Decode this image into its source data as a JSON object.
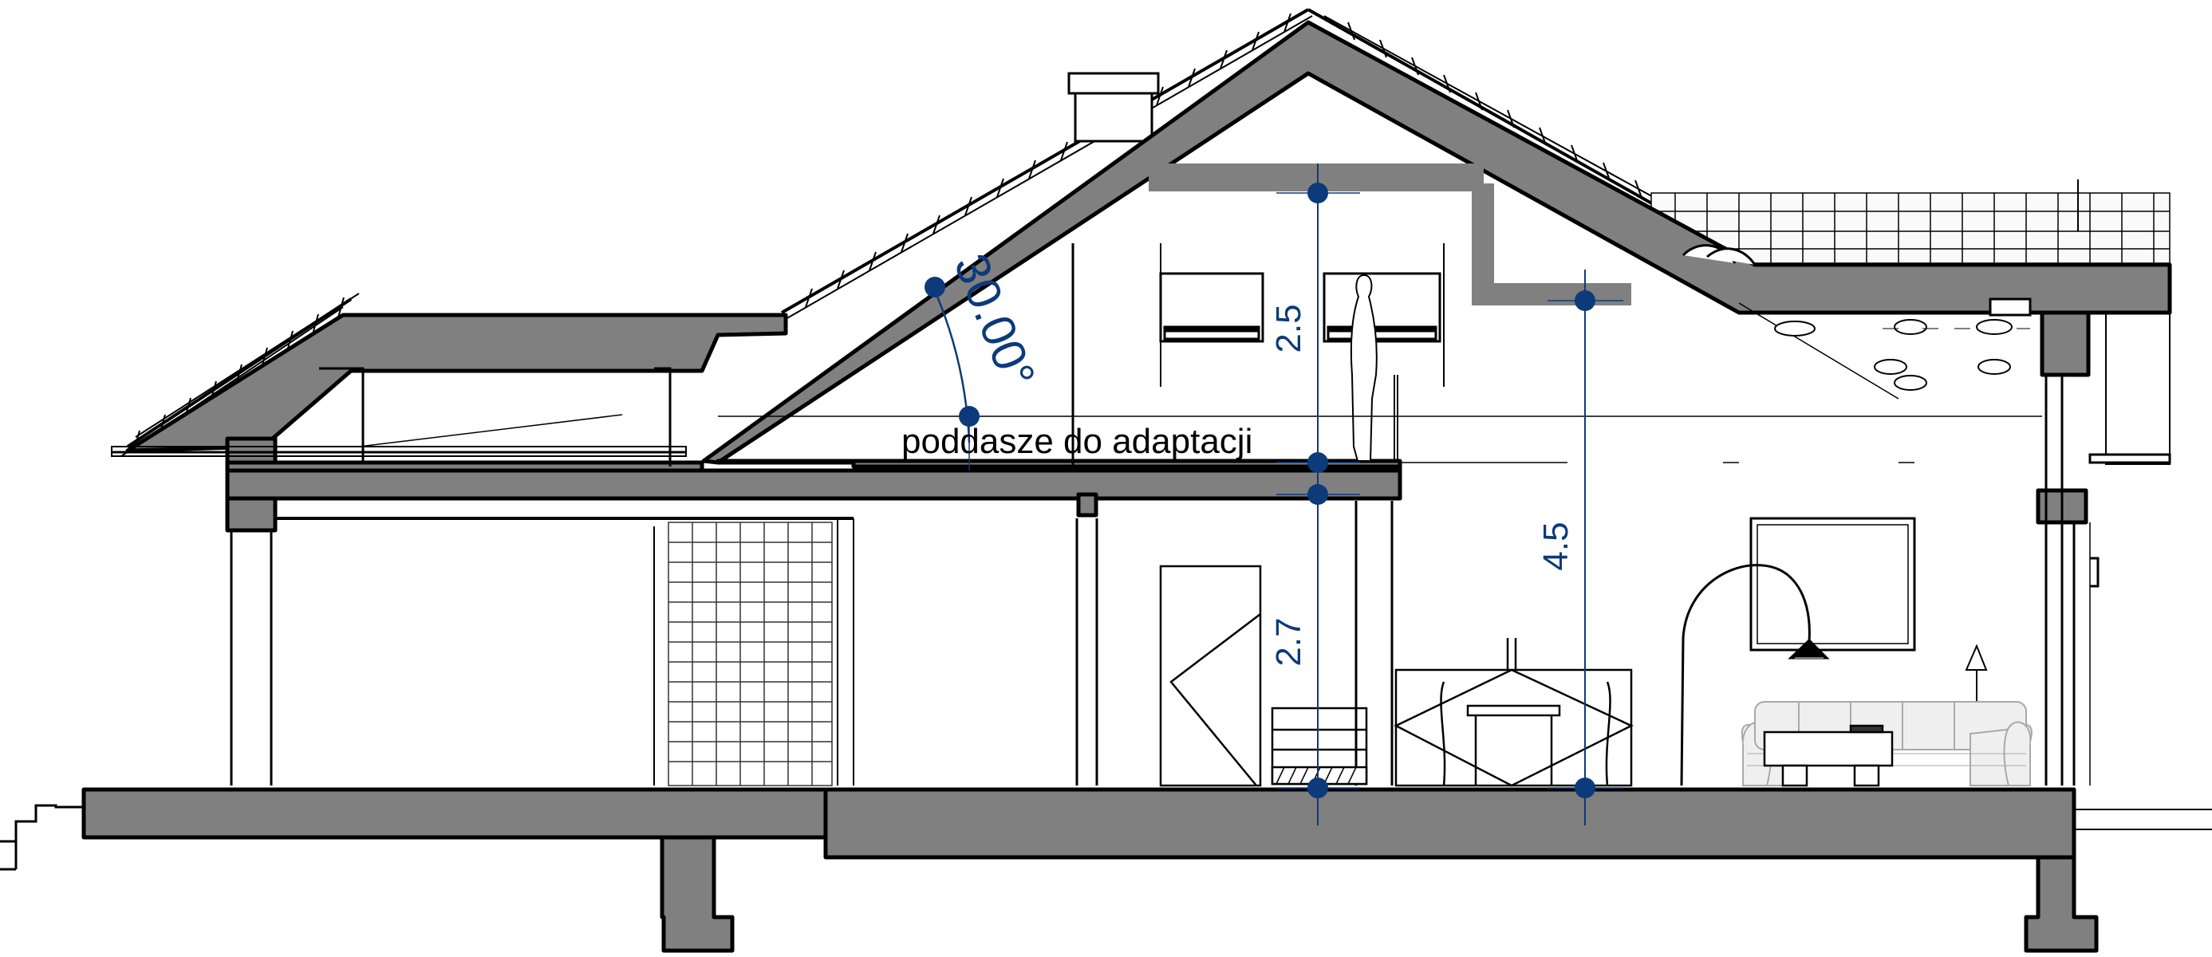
{
  "drawing": {
    "room_label": "poddasze do adaptacji",
    "roof_angle": "30.00°",
    "dimensions": {
      "attic_height": "2.5",
      "ground_floor_height": "2.7",
      "living_room_height": "4.5"
    }
  },
  "colors": {
    "structure": "#808080",
    "outline": "#000000",
    "dimension": "#0c3a7a",
    "furniture": "#a9a9a9"
  },
  "icons": [
    "roof-tiles",
    "chimney",
    "window",
    "door",
    "staircase",
    "arc-floor-lamp",
    "table-lamp",
    "sofa",
    "dining-table",
    "human-figure",
    "wall-picture"
  ]
}
